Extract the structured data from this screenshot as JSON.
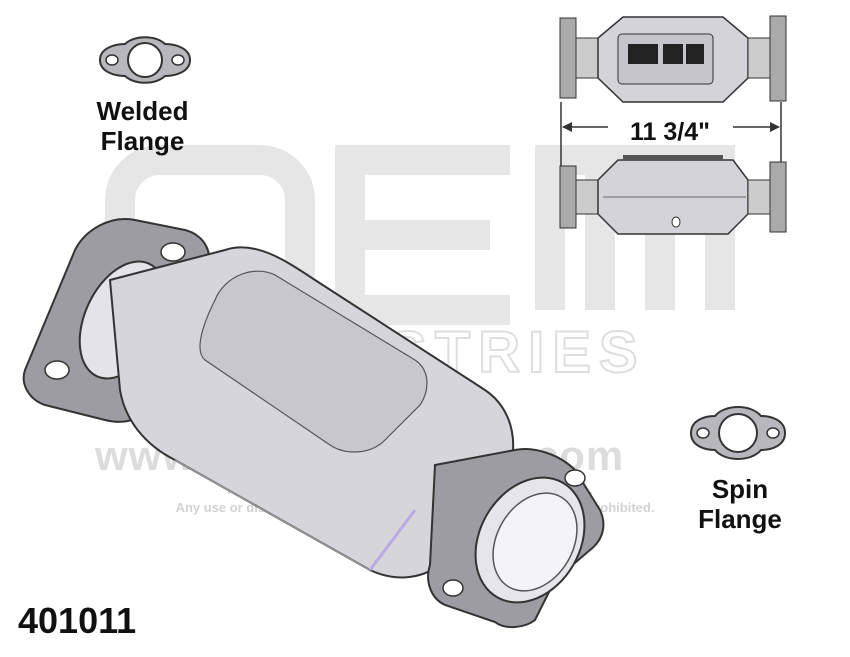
{
  "watermark": {
    "logo_top": "OEM",
    "logo_bottom": "INDUSTRIES",
    "url": "www.oem-industries.com",
    "copyright_line1": "All photos and renderings are copyright of OEM Industries.",
    "copyright_line2": "Any use or distribution of these images without written consent is prohibited."
  },
  "labels": {
    "welded_flange": [
      "Welded",
      "Flange"
    ],
    "spin_flange": [
      "Spin",
      "Flange"
    ],
    "dimension": "11 3/4\""
  },
  "part_number": "401011",
  "colors": {
    "metal": "#c8c8cc",
    "metal_dark": "#8a8a90",
    "outline": "#333333",
    "watermark": "#e2e2e2",
    "accent_purple": "#b9a9e6"
  },
  "icons": [
    "welded-flange-icon",
    "spin-flange-icon",
    "catalytic-converter-image",
    "top-view-image",
    "side-view-image"
  ]
}
